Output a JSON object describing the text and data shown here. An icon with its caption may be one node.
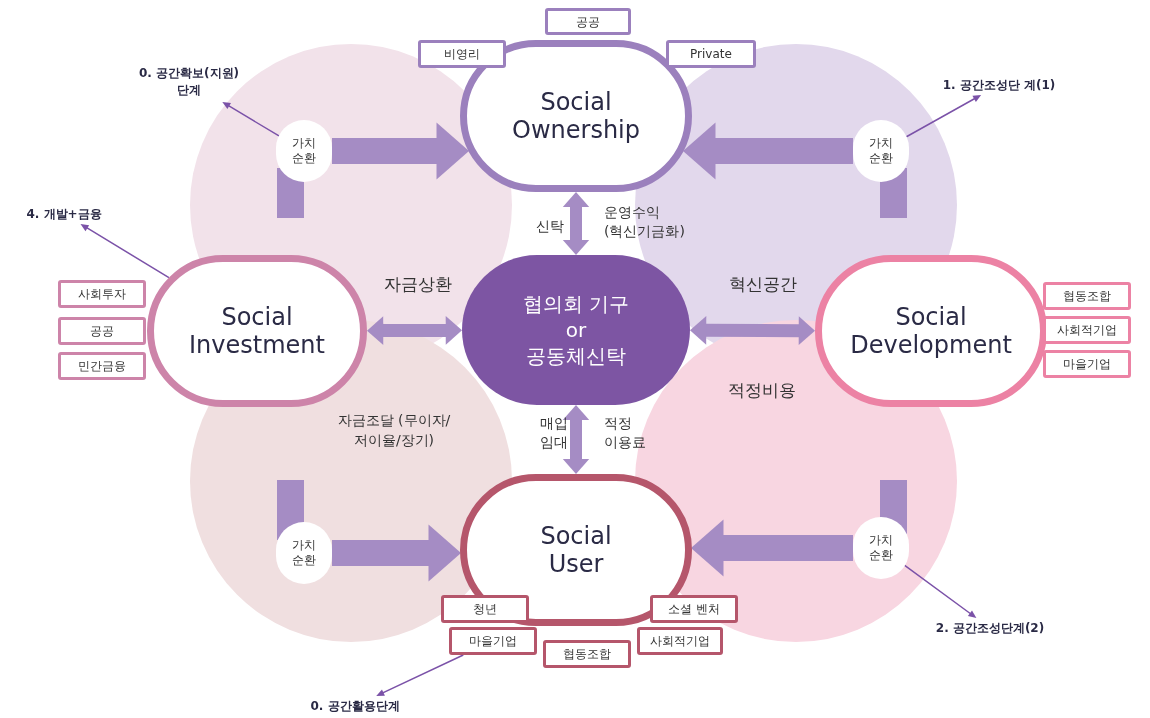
{
  "diagram": {
    "nodes": [
      {
        "text": [
          "Social Ownership"
        ]
      },
      {
        "text": [
          "공공"
        ]
      },
      {
        "text": [
          "비영리"
        ]
      },
      {
        "text": [
          "Private"
        ]
      },
      {
        "text": [
          "Social Investment"
        ]
      },
      {
        "text": [
          "사회투자"
        ]
      },
      {
        "text": [
          "공공"
        ]
      },
      {
        "text": [
          "민간금융"
        ]
      },
      {
        "text": [
          "협의회 기구 or 공동체신탁"
        ]
      },
      {
        "text": [
          "Social Development"
        ]
      },
      {
        "text": [
          "협동조합"
        ]
      },
      {
        "text": [
          "사회적기업"
        ]
      },
      {
        "text": [
          "마을기업"
        ]
      },
      {
        "text": [
          "Social User"
        ]
      },
      {
        "text": [
          "청년"
        ]
      },
      {
        "text": [
          "마을기업"
        ]
      },
      {
        "text": [
          "협동조합"
        ]
      },
      {
        "text": [
          "소셜 벤처"
        ]
      },
      {
        "text": [
          "사회적기업"
        ]
      },
      {
        "text": [
          "가치 순환"
        ]
      },
      {
        "text": [
          "가치 순환"
        ]
      },
      {
        "text": [
          "가치 순환"
        ]
      },
      {
        "text": [
          "가치 순환"
        ]
      },
      {
        "text": [
          "0. 공간확보(지원) 단계"
        ]
      },
      {
        "text": [
          "1. 공간조성단 계(1)"
        ]
      },
      {
        "text": [
          "4. 개발+금융"
        ]
      },
      {
        "text": [
          "2. 공간조성단계(2)"
        ]
      },
      {
        "text": [
          "0. 공간활용단계"
        ]
      }
    ],
    "edges": [
      {
        "from": 0,
        "to": 8,
        "arrow": "both",
        "label": "신탁"
      },
      {
        "from": 4,
        "to": 8,
        "arrow": "both",
        "label": "자금상환"
      },
      {
        "from": 8,
        "to": 9,
        "arrow": "both",
        "label": "혁신공간"
      },
      {
        "from": 8,
        "to": 13,
        "arrow": "both",
        "label": "매입 임대"
      },
      {
        "from": 19,
        "to": 0,
        "arrow": "to"
      },
      {
        "from": 20,
        "to": 0,
        "arrow": "to"
      },
      {
        "from": 21,
        "to": 13,
        "arrow": "to"
      },
      {
        "from": 22,
        "to": 13,
        "arrow": "to"
      },
      {
        "from": 19,
        "to": 23,
        "arrow": "to",
        "color": "#7b52a8"
      },
      {
        "from": 20,
        "to": 24,
        "arrow": "to",
        "color": "#7b52a8"
      },
      {
        "from": 4,
        "to": 25,
        "arrow": "to",
        "color": "#7b52a8"
      },
      {
        "from": 22,
        "to": 26,
        "arrow": "to",
        "color": "#7b52a8"
      },
      {
        "from": 15,
        "to": 27,
        "arrow": "to",
        "color": "#7b52a8"
      }
    ],
    "labels": [
      "운영수익 (혁신기금화)",
      "자금조달 (무이자/저이율/장기)",
      "적정 이용료",
      "적정비용"
    ]
  }
}
